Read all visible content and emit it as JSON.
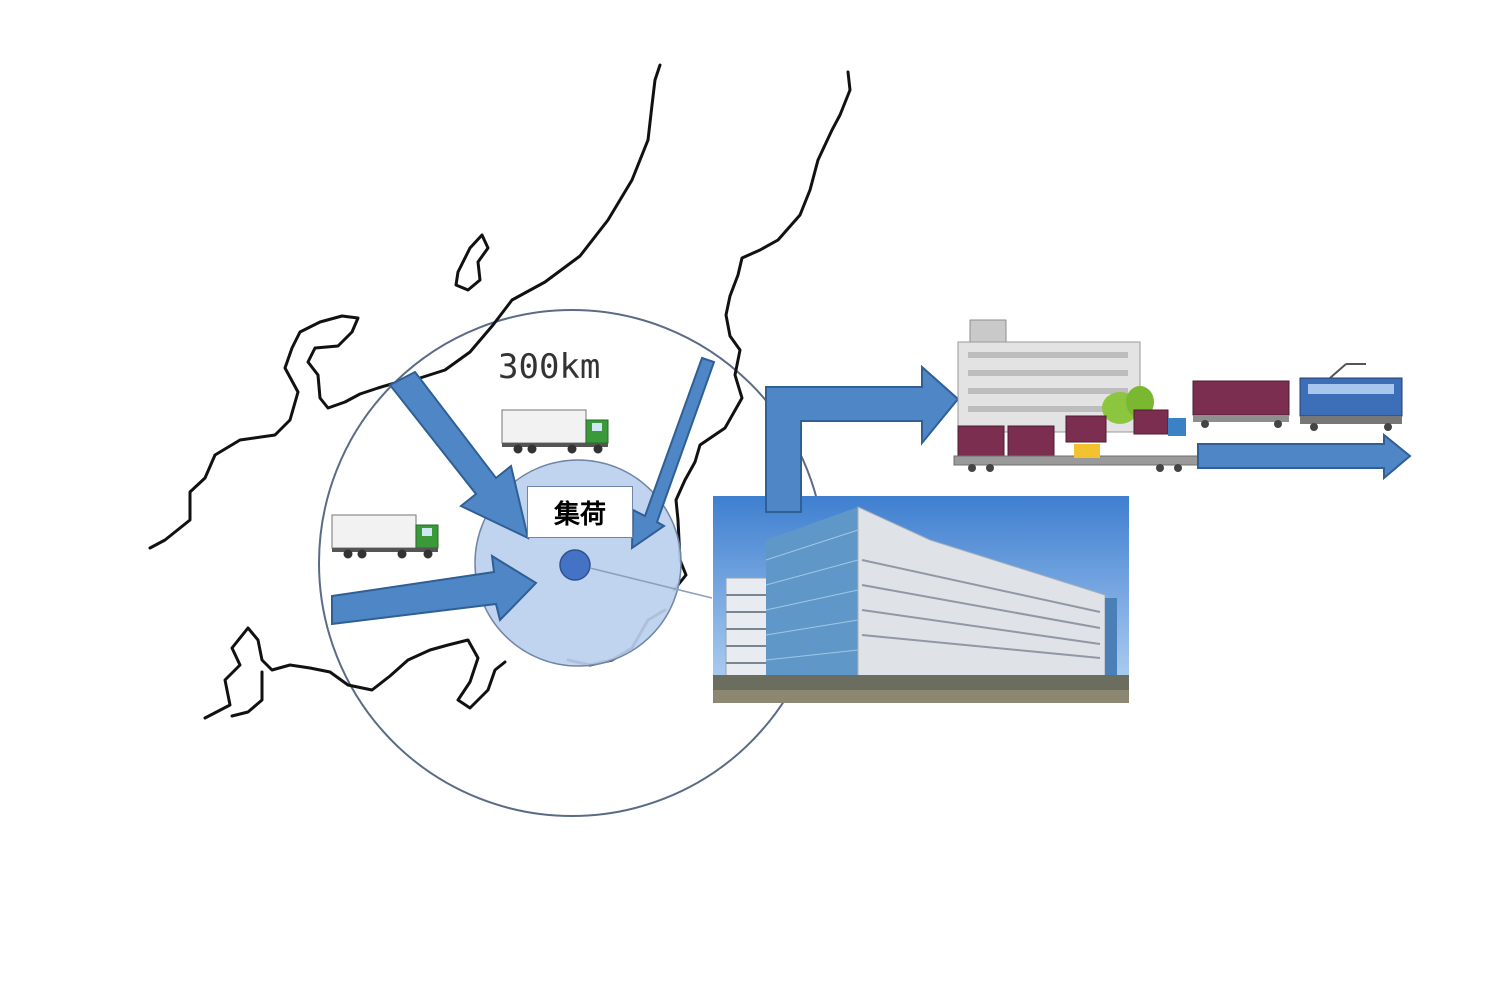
{
  "diagram": {
    "radius_label": "300km",
    "hub_label": "集荷",
    "icons": {
      "truck_top": "truck-icon",
      "truck_left": "truck-icon",
      "warehouse_photo": "logistics-warehouse-building",
      "rail_terminal": "freight-terminal-icon",
      "container_wagon": "container-wagon-icon",
      "locomotive": "electric-locomotive-icon"
    },
    "colors": {
      "arrow_fill": "#4f86c6",
      "arrow_stroke": "#2f5f94",
      "outer_circle": "#5b6b86",
      "hub_circle_fill": "#bcd0ee",
      "hub_dot": "#4472c4",
      "map_outline": "#111111",
      "container": "#7b2e4f",
      "truck_cab": "#3a9a3a"
    }
  }
}
